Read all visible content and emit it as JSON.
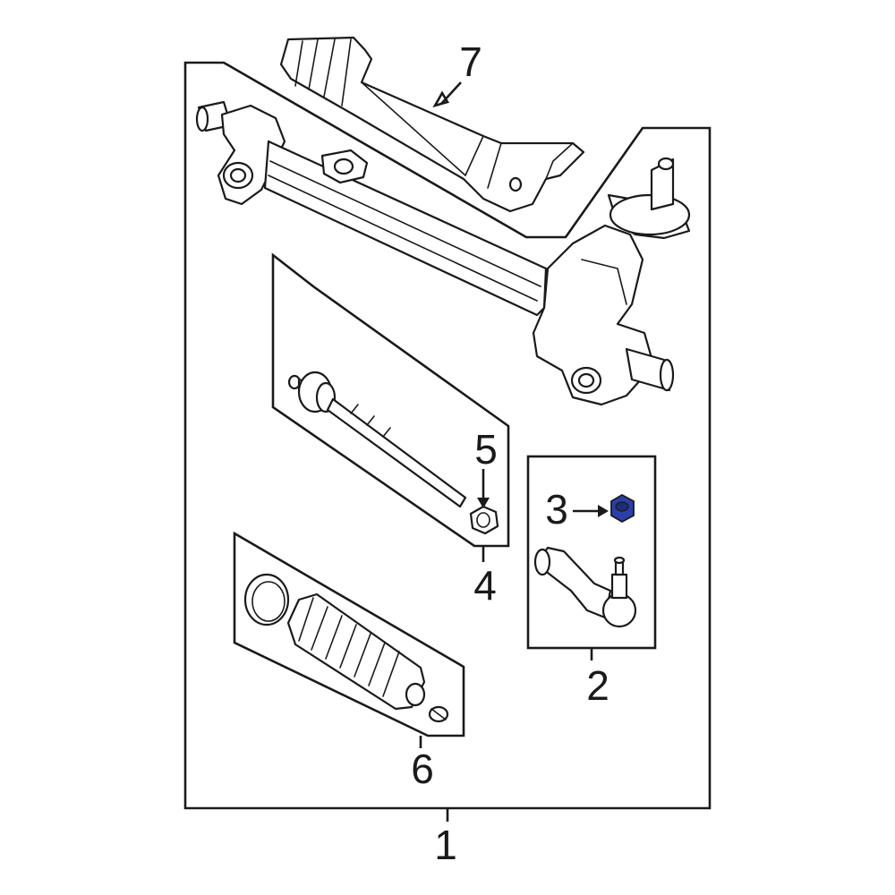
{
  "callouts": {
    "c1": "1",
    "c2": "2",
    "c3": "3",
    "c4": "4",
    "c5": "5",
    "c6": "6",
    "c7": "7"
  },
  "colors": {
    "line": "#1a1a1a",
    "highlight_part": "#2a3fa8",
    "background": "#ffffff"
  }
}
